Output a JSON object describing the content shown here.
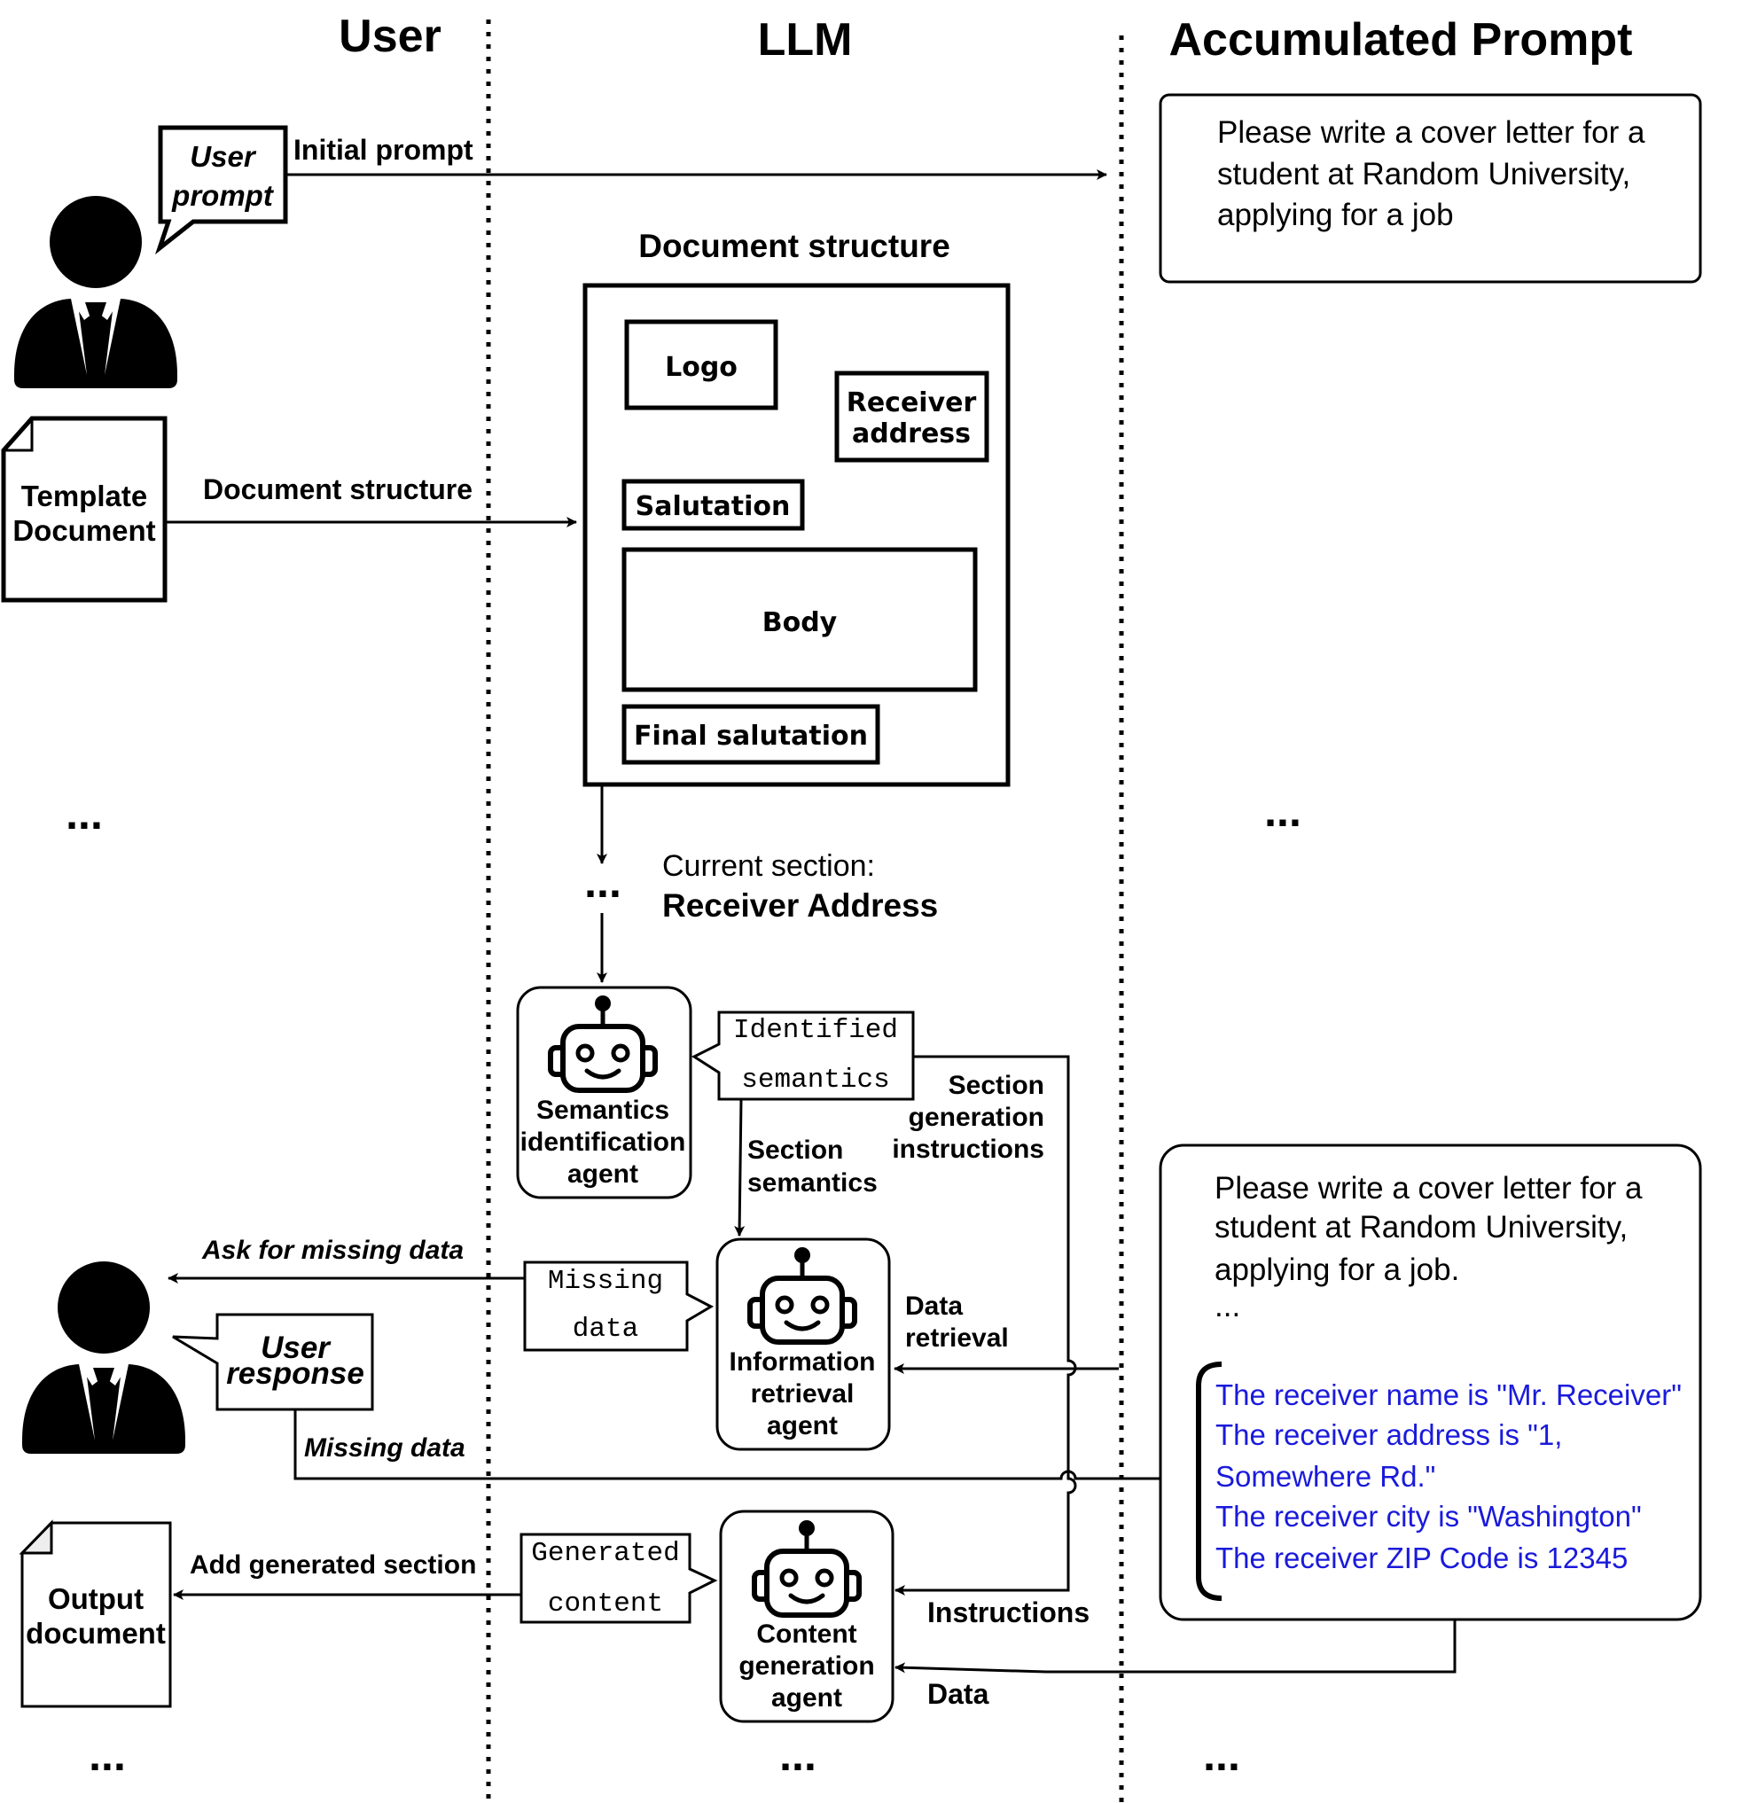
{
  "columns": {
    "user": "User",
    "llm": "LLM",
    "accumulated_prompt": "Accumulated Prompt"
  },
  "top_user": {
    "bubble_line1": "User",
    "bubble_line2": "prompt",
    "initial_prompt_label": "Initial prompt",
    "template_line1": "Template",
    "template_line2": "Document",
    "document_structure_label": "Document structure"
  },
  "prompt_box_1": {
    "lines": [
      "Please write a cover letter for a",
      "student at Random University,",
      "applying for a job"
    ]
  },
  "document_structure": {
    "title": "Document structure",
    "logo": "Logo",
    "receiver_line1": "Receiver",
    "receiver_line2": "address",
    "salutation": "Salutation",
    "body": "Body",
    "final_salutation": "Final salutation"
  },
  "ellipsis": "...",
  "current_section": {
    "label": "Current section:",
    "value": "Receiver Address"
  },
  "agents": {
    "semantics": [
      "Semantics",
      "identification",
      "agent"
    ],
    "information": [
      "Information",
      "retrieval",
      "agent"
    ],
    "content": [
      "Content",
      "generation",
      "agent"
    ]
  },
  "notes": {
    "identified_line1": "Identified",
    "identified_line2": "semantics",
    "missing_line1": "Missing",
    "missing_line2": "data",
    "generated_line1": "Generated",
    "generated_line2": "content"
  },
  "flow_labels": {
    "section_semantics": [
      "Section",
      "semantics"
    ],
    "section_generation": [
      "Section",
      "generation",
      "instructions"
    ],
    "data_retrieval": [
      "Data",
      "retrieval"
    ],
    "instructions": "Instructions",
    "data": "Data",
    "ask_for_missing": "Ask for missing data",
    "missing_data": "Missing data",
    "add_generated": "Add generated section"
  },
  "user_response": {
    "line1": "User",
    "line2": "response"
  },
  "output_doc": {
    "line1": "Output",
    "line2": "document"
  },
  "prompt_box_2": {
    "lines": [
      "Please write a cover letter for a",
      "student at Random University,",
      "applying for a job.",
      "..."
    ],
    "accumulated": [
      "The receiver name is \"Mr. Receiver\"",
      "The receiver address is \"1,",
      "Somewhere Rd.\"",
      "The receiver city is \"Washington\"",
      "The receiver ZIP Code is 12345"
    ]
  },
  "colors": {
    "ink": "#000000",
    "accumulated_text": "#1a1adb"
  }
}
